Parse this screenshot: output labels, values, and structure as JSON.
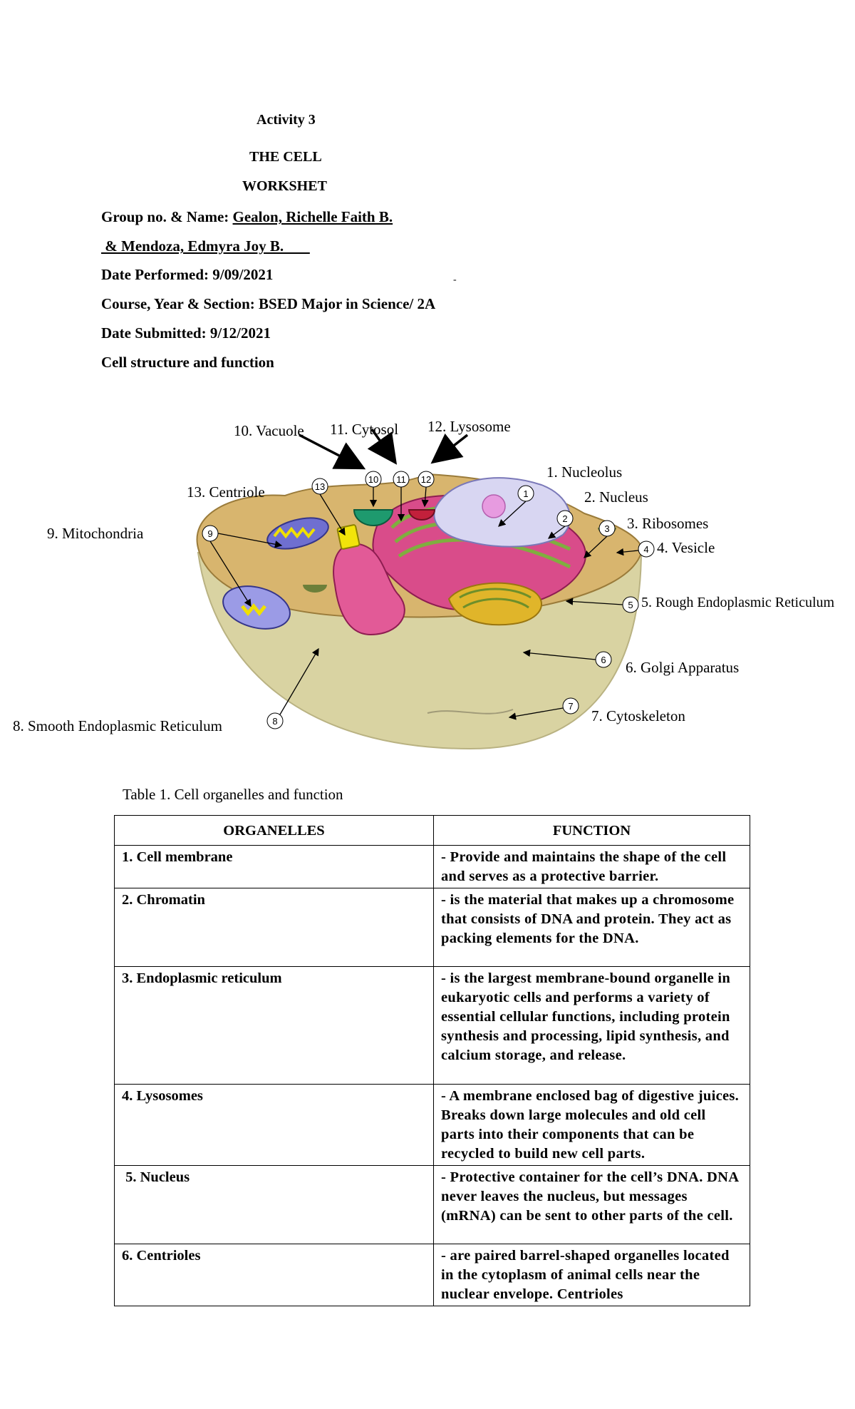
{
  "header": {
    "activity": "Activity 3",
    "title": "THE CELL",
    "subtitle": "WORKSHET"
  },
  "info": {
    "group_label": "Group no. & Name: ",
    "group_name_1": "Gealon, Richelle Faith B. ",
    "group_name_2": " & Mendoza, Edmyra Joy B.       ",
    "date_performed": "Date Performed: 9/09/2021",
    "course": "Course, Year & Section: BSED Major in Science/ 2A",
    "date_submitted": "Date Submitted: 9/12/2021",
    "topic": "Cell structure and function"
  },
  "diagram": {
    "labels": {
      "l1": "1. Nucleolus",
      "l2": "2. Nucleus",
      "l3": "3. Ribosomes",
      "l4": "4. Vesicle",
      "l5": "5. Rough Endoplasmic Reticulum",
      "l6": "6. Golgi Apparatus",
      "l7": "7. Cytoskeleton",
      "l8": "8. Smooth Endoplasmic Reticulum",
      "l9": "9. Mitochondria",
      "l10": "10. Vacuole",
      "l11": "11. Cytosol",
      "l12": "12. Lysosome",
      "l13": "13. Centriole"
    },
    "markers": [
      "1",
      "2",
      "3",
      "4",
      "5",
      "6",
      "7",
      "8",
      "9",
      "10",
      "11",
      "12",
      "13"
    ]
  },
  "table": {
    "caption": "Table 1. Cell organelles and function",
    "headers": [
      "ORGANELLES",
      "FUNCTION"
    ],
    "rows": [
      {
        "organelle": "1. Cell membrane",
        "function": "- Provide and maintains the shape of the cell and serves as a protective barrier."
      },
      {
        "organelle": "2. Chromatin",
        "function": "- is the material that makes up a chromosome that consists of DNA and protein. They act as packing elements for the DNA."
      },
      {
        "organelle": "3. Endoplasmic reticulum",
        "function": "- is the largest membrane-bound organelle in eukaryotic cells and performs a variety of essential cellular functions, including protein synthesis and processing, lipid synthesis, and calcium storage, and release."
      },
      {
        "organelle": "4. Lysosomes",
        "function": "- A membrane enclosed bag of digestive juices. Breaks down large molecules and old cell parts into their components that can be recycled to build new cell parts."
      },
      {
        "organelle": " 5. Nucleus",
        "function": "- Protective container for the cell’s DNA. DNA never leaves the nucleus, but messages (mRNA) can be sent to other parts of the cell."
      },
      {
        "organelle": "6. Centrioles",
        "function": "- are paired barrel-shaped organelles located in the cytoplasm of animal cells near the nuclear envelope. Centrioles"
      }
    ]
  },
  "colors": {
    "cytoplasm": "#d8b56e",
    "cell_base": "#d9d3a2",
    "er": "#d94c8a",
    "nucleus": "#d8d6f2",
    "nucleolus": "#e79be0",
    "golgi": "#e0b52a",
    "mito": "#8f8fe0",
    "vacuole": "#1e9a6e",
    "lysosome": "#c2203b"
  }
}
